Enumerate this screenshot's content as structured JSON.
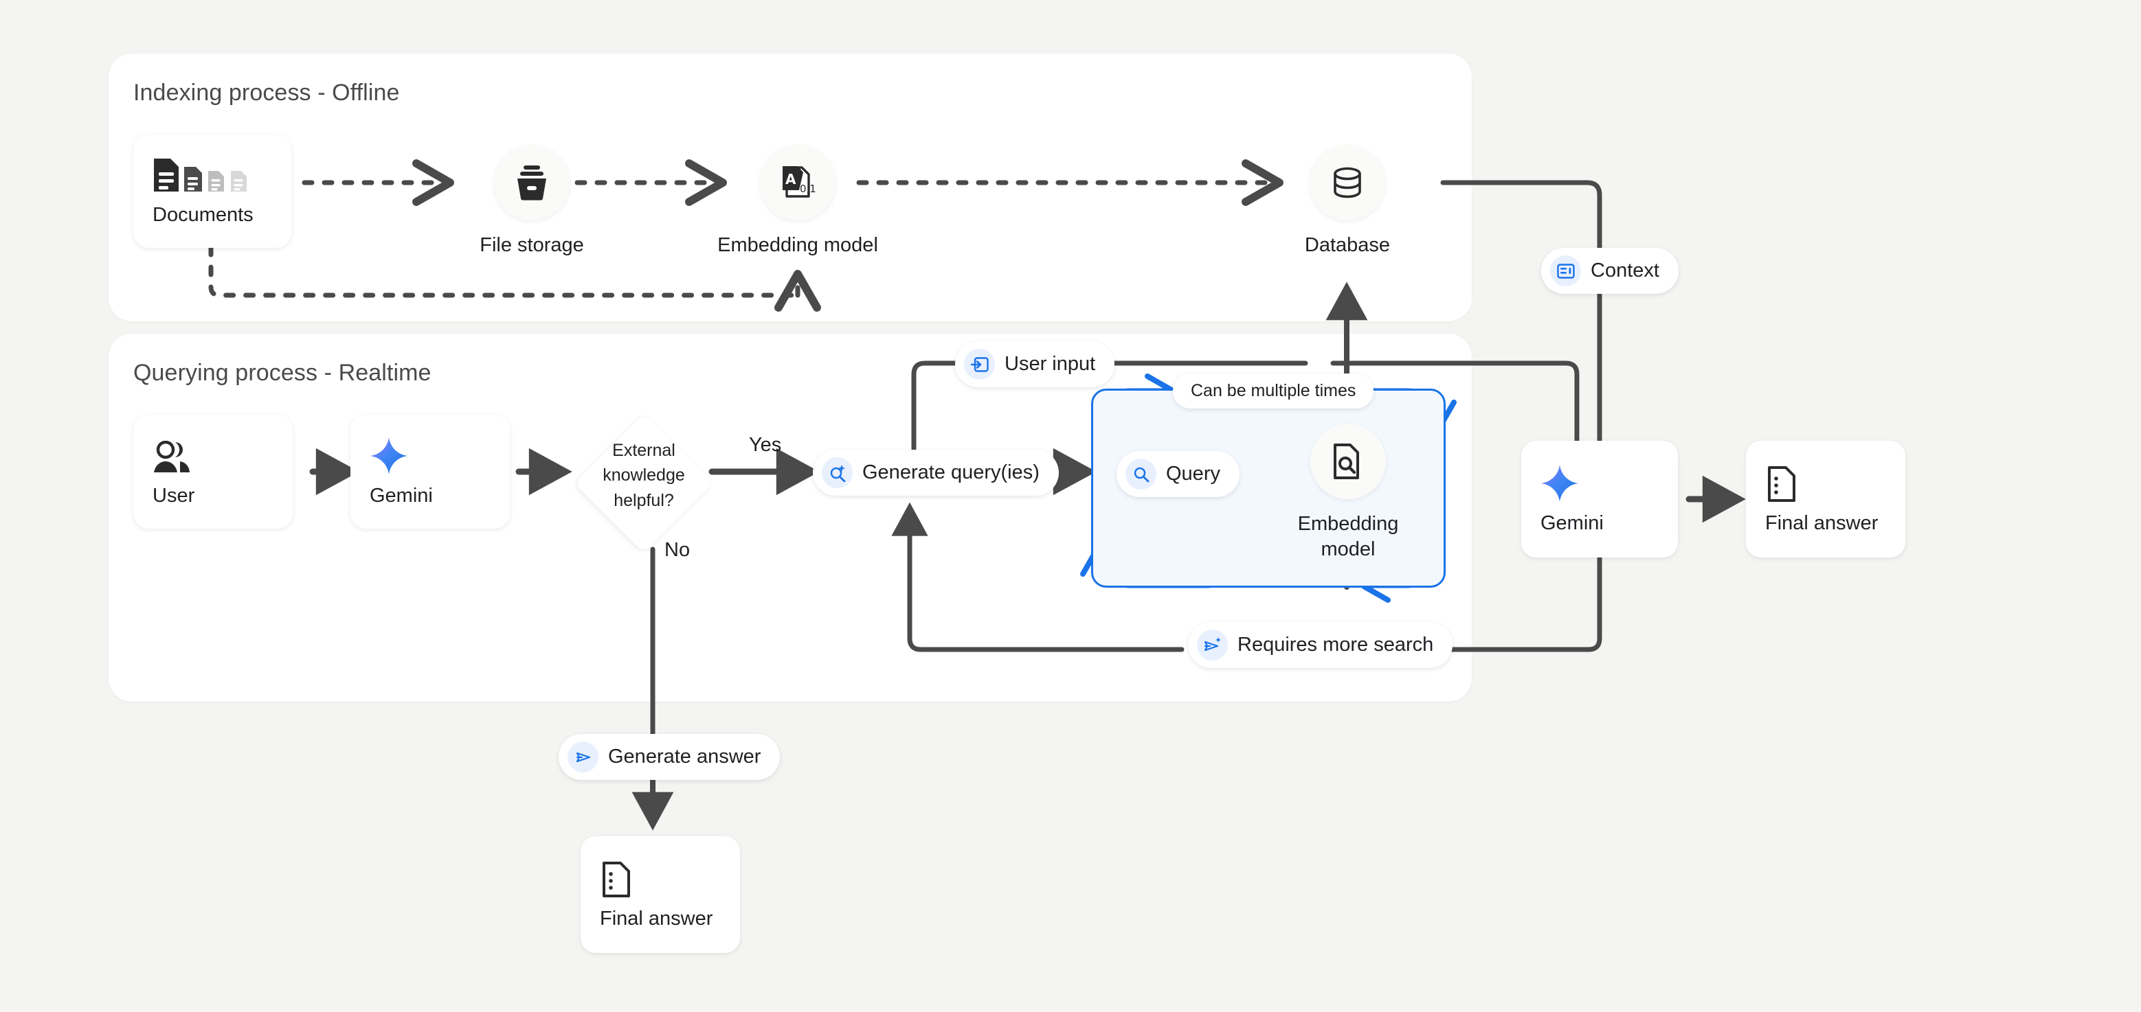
{
  "canvas": {
    "bg": "#f4f4f2",
    "accent_blue": "#1a73e8",
    "line_gray": "#4a4a4a"
  },
  "panels": {
    "indexing": {
      "title": "Indexing process - Offline"
    },
    "querying": {
      "title": "Querying process - Realtime"
    }
  },
  "indexing_nodes": {
    "documents": {
      "label": "Documents",
      "icon": "documents-icon"
    },
    "file_storage": {
      "label": "File storage",
      "icon": "file-storage-icon"
    },
    "embedding_model": {
      "label": "Embedding model",
      "icon": "embedding-model-icon"
    },
    "database": {
      "label": "Database",
      "icon": "database-icon"
    }
  },
  "querying_nodes": {
    "user": {
      "label": "User",
      "icon": "user-group-icon"
    },
    "gemini_left": {
      "label": "Gemini",
      "icon": "gemini-sparkle-icon"
    },
    "decision": {
      "line1": "External",
      "line2": "knowledge",
      "line3": "helpful?"
    },
    "embedding_model_loop": {
      "label": "Embedding model",
      "icon": "document-search-icon"
    },
    "gemini_right": {
      "label": "Gemini",
      "icon": "gemini-sparkle-icon"
    },
    "final_answer_right": {
      "label": "Final answer",
      "icon": "final-answer-icon"
    },
    "final_answer_bottom": {
      "label": "Final answer",
      "icon": "final-answer-icon"
    }
  },
  "pills": {
    "context": {
      "label": "Context",
      "icon": "context-panel-icon"
    },
    "user_input": {
      "label": "User input",
      "icon": "login-arrow-icon"
    },
    "generate_queries": {
      "label": "Generate query(ies)",
      "icon": "search-sparkle-icon"
    },
    "query": {
      "label": "Query",
      "icon": "search-icon"
    },
    "requires_more_search": {
      "label": "Requires more search",
      "icon": "send-sparkle-icon"
    },
    "generate_answer": {
      "label": "Generate answer",
      "icon": "send-icon"
    },
    "can_be_multiple_times": {
      "label": "Can be multiple times"
    }
  },
  "edge_labels": {
    "yes": "Yes",
    "no": "No"
  }
}
